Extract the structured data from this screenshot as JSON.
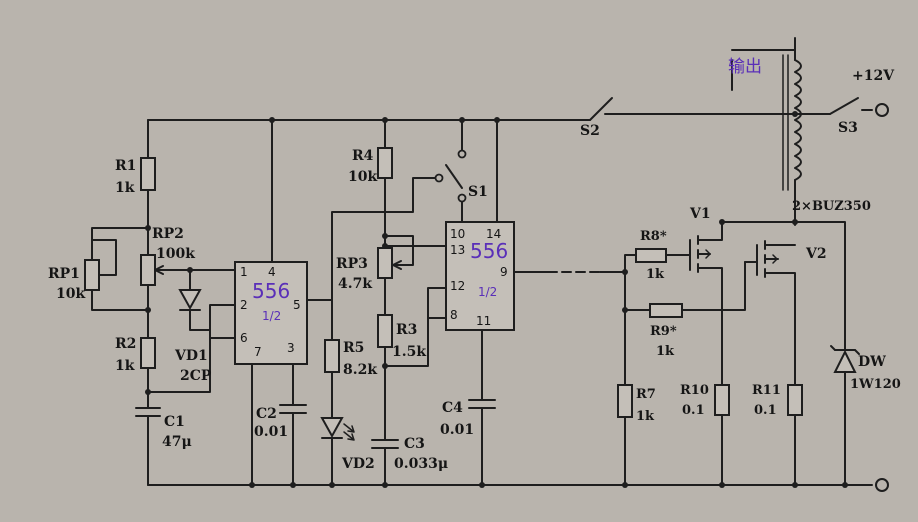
{
  "labels": {
    "output": "输出",
    "supply": "+12V",
    "s1": "S1",
    "s2": "S2",
    "s3": "S3",
    "r1_name": "R1",
    "r1_val": "1k",
    "rp1_name": "RP1",
    "rp1_val": "10k",
    "rp2_name": "RP2",
    "rp2_val": "100k",
    "r2_name": "R2",
    "r2_val": "1k",
    "vd1_name": "VD1",
    "vd1_val": "2CP",
    "c1_name": "C1",
    "c1_val": "47μ",
    "c2_name": "C2",
    "c2_val": "0.01",
    "r4_name": "R4",
    "r4_val": "10k",
    "rp3_name": "RP3",
    "rp3_val": "4.7k",
    "r3_name": "R3",
    "r3_val": "1.5k",
    "r5_name": "R5",
    "r5_val": "8.2k",
    "vd2_name": "VD2",
    "c3_name": "C3",
    "c3_val": "0.033μ",
    "c4_name": "C4",
    "c4_val": "0.01",
    "r8_name": "R8*",
    "r8_val": "1k",
    "r9_name": "R9*",
    "r9_val": "1k",
    "r7_name": "R7",
    "r7_val": "1k",
    "r10_name": "R10",
    "r10_val": "0.1",
    "r11_name": "R11",
    "r11_val": "0.1",
    "v1_name": "V1",
    "v2_name": "V2",
    "mosfets": "2×BUZ350",
    "dw_name": "DW",
    "dw_val": "1W120"
  },
  "ic1": {
    "name": "556",
    "fraction": "1/2",
    "pins": [
      "1",
      "4",
      "2",
      "5",
      "6",
      "7",
      "3"
    ]
  },
  "ic2": {
    "name": "556",
    "fraction": "1/2",
    "pins": [
      "10",
      "14",
      "13",
      "9",
      "12",
      "8",
      "11"
    ]
  },
  "colors": {
    "paper": "#b9b4ad",
    "ink": "#1e1e1e",
    "annotation": "#5a2fb8"
  }
}
